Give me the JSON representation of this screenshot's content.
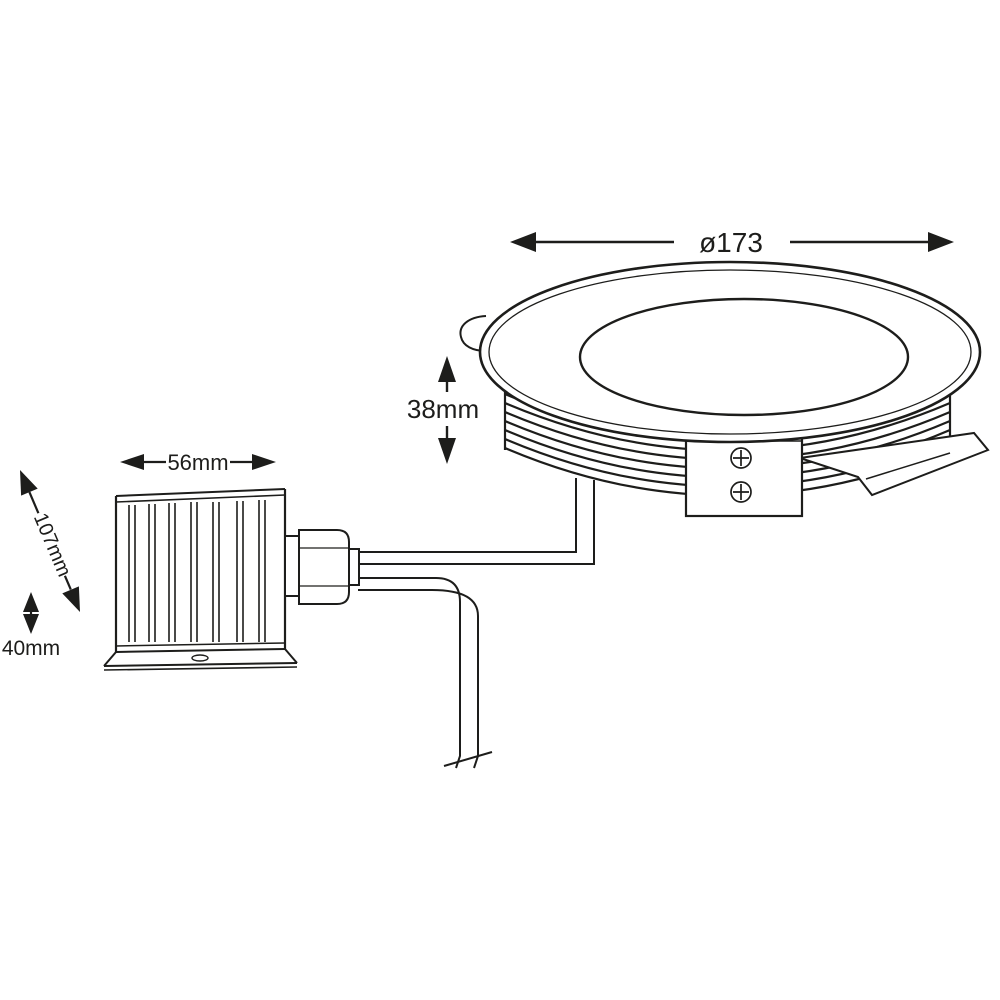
{
  "colors": {
    "line": "#1d1d1b",
    "background": "#ffffff"
  },
  "dimensions": {
    "diameter_label": "ø173",
    "recess_depth_label": "38mm",
    "driver_width_label": "56mm",
    "driver_length_label": "107mm",
    "driver_height_label": "40mm"
  }
}
